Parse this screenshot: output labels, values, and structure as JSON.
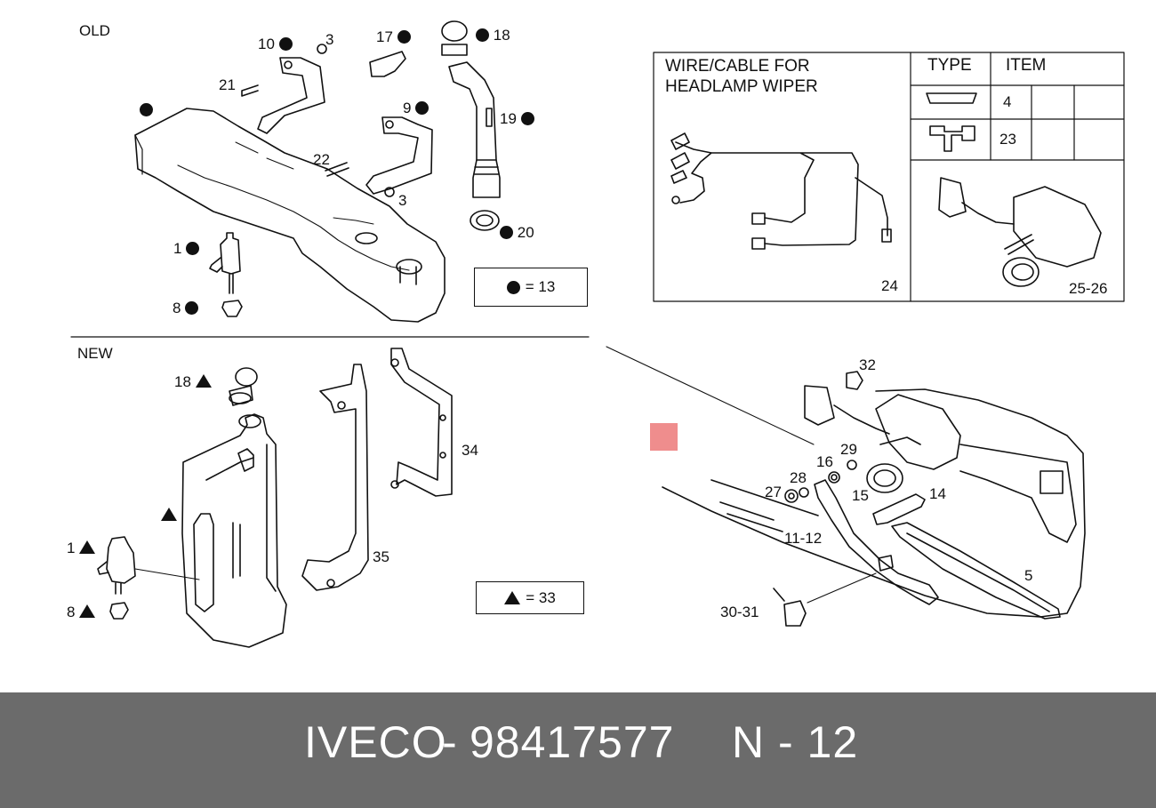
{
  "diagram": {
    "sections": {
      "old": "OLD",
      "new": "NEW"
    },
    "legends": {
      "dot_equals": "= 13",
      "triangle_equals": "= 33"
    },
    "wire_box": {
      "title_line1": "WIRE/CABLE FOR",
      "title_line2": "HEADLAMP WIPER",
      "col_type": "TYPE",
      "col_item": "ITEM",
      "rows": [
        {
          "item": "4"
        },
        {
          "item": "23"
        }
      ],
      "item_24": "24",
      "item_25_26": "25-26"
    },
    "old_labels": {
      "p10": "10",
      "p3a": "3",
      "p17": "17",
      "p18": "18",
      "p21": "21",
      "p9": "9",
      "p19": "19",
      "p22": "22",
      "p3b": "3",
      "p20": "20",
      "p1": "1",
      "p8": "8"
    },
    "new_labels": {
      "p18": "18",
      "p34": "34",
      "p35": "35",
      "p1": "1",
      "p8": "8"
    },
    "right_labels": {
      "p32": "32",
      "p29": "29",
      "p16": "16",
      "p28": "28",
      "p27": "27",
      "p15": "15",
      "p14": "14",
      "p11_12": "11-12",
      "p5": "5",
      "p30_31": "30-31"
    }
  },
  "footer": {
    "brand": "IVECO",
    "separator": "-",
    "part_number": "98417577",
    "code": "N - 12"
  }
}
